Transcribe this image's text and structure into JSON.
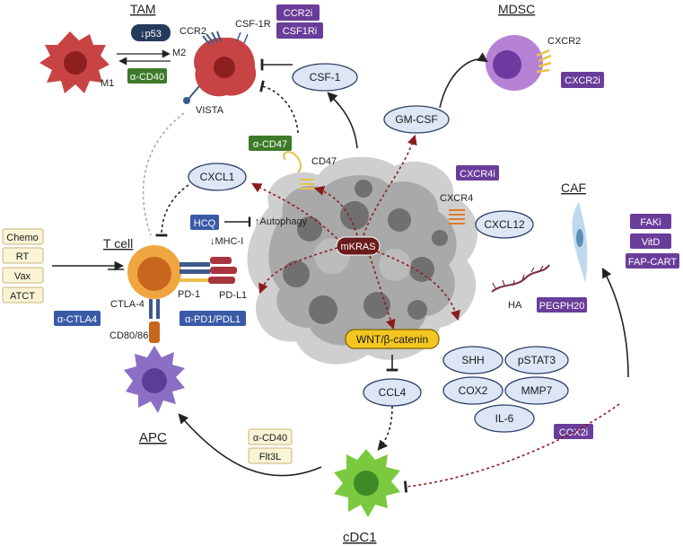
{
  "cells": {
    "tam": "TAM",
    "mdsc": "MDSC",
    "caf": "CAF",
    "tcell": "T cell",
    "apc": "APC",
    "cdc1": "cDC1"
  },
  "receptors": {
    "ccr2": "CCR2",
    "csf1r": "CSF-1R",
    "vista": "VISTA",
    "m1": "M1",
    "m2": "M2",
    "cxcr2": "CXCR2",
    "cd47": "CD47",
    "cxcr4": "CXCR4",
    "ha": "HA",
    "ctla4": "CTLA-4",
    "cd8086": "CD80/86",
    "pd1": "PD-1",
    "pdl1": "PD-L1",
    "autophagy": "↑Autophagy",
    "mhc": "↓MHC-I"
  },
  "ovals": {
    "csf1": "CSF-1",
    "gmcsf": "GM-CSF",
    "cxcl1": "CXCL1",
    "cxcl12": "CXCL12",
    "shh": "SHH",
    "pstat3": "pSTAT3",
    "cox2": "COX2",
    "mmp7": "MMP7",
    "il6": "IL-6",
    "ccl4": "CCL4",
    "wnt": "WNT/β-catenin",
    "mkras": "mKRAS"
  },
  "therapies": {
    "p53": "↓p53",
    "ccr2i": "CCR2i",
    "csf1ri": "CSF1Ri",
    "acd40_tam": "α-CD40",
    "acd47": "α-CD47",
    "cxcr2i": "CXCR2i",
    "cxcr4i": "CXCR4i",
    "hcq": "HCQ",
    "faki": "FAKi",
    "vitd": "VitD",
    "fapcart": "FAP-CART",
    "pegph20": "PEGPH20",
    "cox2i": "COX2i",
    "actla4": "α-CTLA4",
    "apd1": "α-PD1/PDL1",
    "acd40_apc": "α-CD40",
    "flt3l": "Flt3L",
    "chemo": "Chemo",
    "rt": "RT",
    "vax": "Vax",
    "atct": "ATCT"
  },
  "colors": {
    "purple_tag": "#6a3d9a",
    "blue_tag": "#3a5aa8",
    "green_tag": "#3d7a2a",
    "cream_tag": "#fbf3d6",
    "oval_fill": "#dce6f5",
    "oval_stroke": "#2d3f66",
    "mkras_fill": "#6b1b1b",
    "wnt_fill": "#f3c720",
    "arrow_red": "#8b1c1c"
  }
}
